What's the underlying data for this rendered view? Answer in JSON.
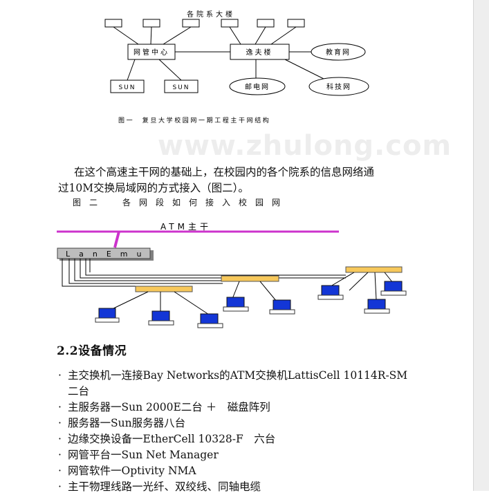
{
  "figure1": {
    "top_label": "各院系大楼",
    "nodes": {
      "network_center": "网管中心",
      "yifu": "逸夫楼",
      "sun1": "SUN",
      "sun2": "SUN",
      "education_net": "教育网",
      "post_net": "邮电网",
      "science_net": "科技网"
    },
    "caption": "图一　复旦大学校园网一期工程主干网结构"
  },
  "watermark": "www.zhulong.com",
  "paragraph": {
    "line1": "在这个高速主干网的基础上，在校园内的各个院系的信息网络通",
    "line2": "过10M交换局域网的方式接入（图二）。"
  },
  "figure2": {
    "caption": "图二　各网段如何接入校园网",
    "atm_label": "ATM主干",
    "lanemu_label": "LanEmu"
  },
  "section": {
    "title": "2.2设备情况",
    "items": [
      "主交换机一连接Bay Networks的ATM交换机LattisCell 10114R-SM",
      "二台",
      "主服务器一Sun 2000E二台 ＋　磁盘阵列",
      "服务器一Sun服务器八台",
      "边缘交换设备一EtherCell 10328-F　六台",
      "网管平台一Sun Net Manager",
      "网管软件一Optivity NMA",
      "主干物理线路一光纤、双绞线、同轴电缆"
    ]
  },
  "colors": {
    "atm_line": "#cc33cc",
    "hub": "#f7c85b",
    "monitor": "#1336d6",
    "lanemu_box": "#bdbdbd"
  }
}
